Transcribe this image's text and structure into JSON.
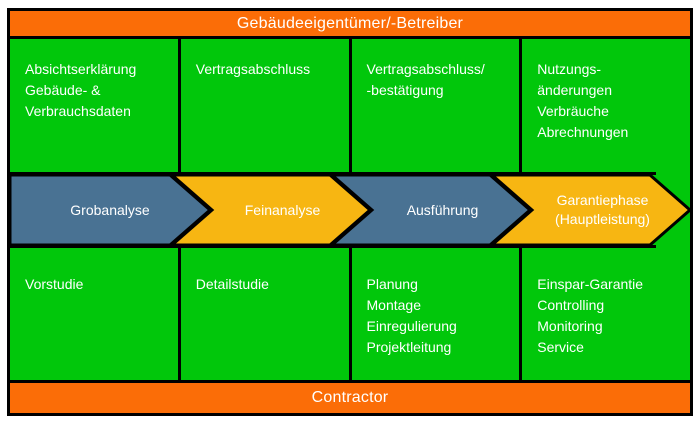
{
  "colors": {
    "orange": "#FB6D07",
    "green": "#01C70B",
    "slate": "#497293",
    "gold": "#F7B612",
    "border": "#000000",
    "text": "#FFFFFF"
  },
  "header": {
    "label": "Gebäudeeigentümer/-Betreiber"
  },
  "footer": {
    "label": "Contractor"
  },
  "top_row": [
    {
      "text": "Absichtserklärung\nGebäude- &\nVerbrauchsdaten"
    },
    {
      "text": "Vertragsabschluss"
    },
    {
      "text": "Vertragsabschluss/\n-bestätigung"
    },
    {
      "text": "Nutzungs-\nänderungen\nVerbräuche\nAbrechnungen"
    }
  ],
  "phases": [
    {
      "label": "Grobanalyse"
    },
    {
      "label": "Feinanalyse"
    },
    {
      "label": "Ausführung"
    },
    {
      "label": "Garantiephase\n(Hauptleistung)"
    }
  ],
  "bottom_row": [
    {
      "text": "Vorstudie"
    },
    {
      "text": "Detailstudie"
    },
    {
      "text": "Planung\nMontage\nEinregulierung\nProjektleitung"
    },
    {
      "text": "Einspar-Garantie\nControlling\nMonitoring\nService"
    }
  ]
}
